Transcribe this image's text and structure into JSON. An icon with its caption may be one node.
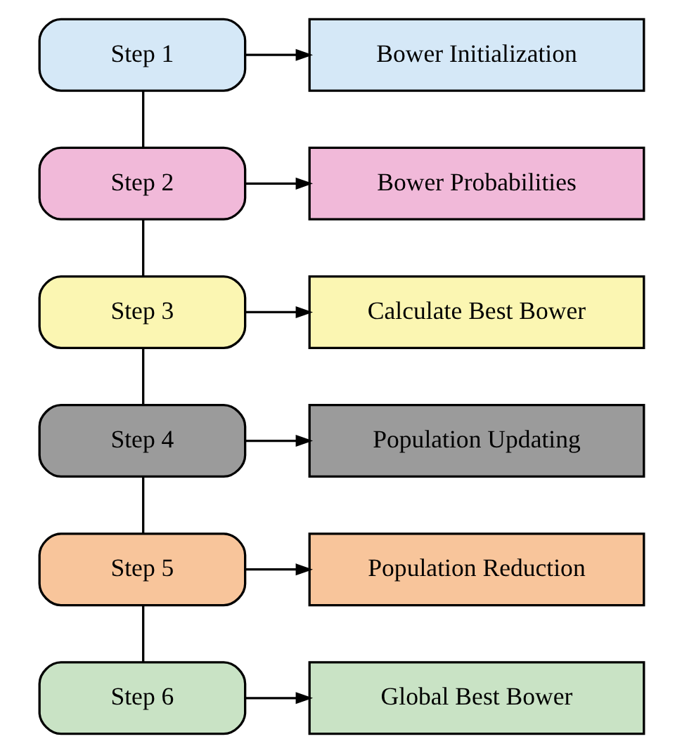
{
  "diagram": {
    "nodes": [
      {
        "text": [
          "Step 1"
        ]
      },
      {
        "text": [
          "Bower Initialization"
        ]
      },
      {
        "text": [
          "Step 2"
        ]
      },
      {
        "text": [
          "Bower Probabilities"
        ]
      },
      {
        "text": [
          "Step 3"
        ]
      },
      {
        "text": [
          "Calculate Best Bower"
        ]
      },
      {
        "text": [
          "Step 4"
        ]
      },
      {
        "text": [
          "Population Updating"
        ]
      },
      {
        "text": [
          "Step 5"
        ]
      },
      {
        "text": [
          "Population Reduction"
        ]
      },
      {
        "text": [
          "Step 6"
        ]
      },
      {
        "text": [
          "Global Best Bower"
        ]
      }
    ],
    "edges": [
      {
        "from": 0,
        "to": 1,
        "arrow": "to"
      },
      {
        "from": 0,
        "to": 2,
        "arrow": "none"
      },
      {
        "from": 2,
        "to": 3,
        "arrow": "to"
      },
      {
        "from": 2,
        "to": 4,
        "arrow": "none"
      },
      {
        "from": 4,
        "to": 5,
        "arrow": "to"
      },
      {
        "from": 4,
        "to": 6,
        "arrow": "none"
      },
      {
        "from": 6,
        "to": 7,
        "arrow": "to"
      },
      {
        "from": 6,
        "to": 8,
        "arrow": "none"
      },
      {
        "from": 8,
        "to": 9,
        "arrow": "to"
      },
      {
        "from": 8,
        "to": 10,
        "arrow": "none"
      },
      {
        "from": 10,
        "to": 11,
        "arrow": "to"
      }
    ]
  }
}
